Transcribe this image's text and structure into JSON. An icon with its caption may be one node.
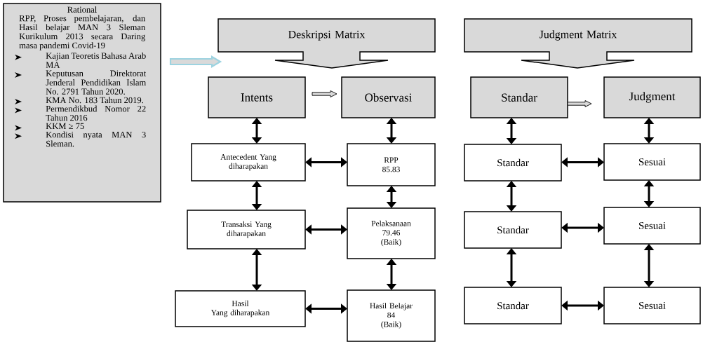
{
  "diagram": {
    "nodes": [
      {
        "text": [
          "Rational",
          "RPP, Proses pembelajaran, dan Hasil belajar MAN 3 Sleman Kurikulum 2013 secara Daring masa pandemi Covid-19",
          "Kajian Teoretis Bahasa Arab MA",
          "Keputusan Direktorat Jenderal Pendidikan Islam No. 2791 Tahun 2020.",
          "KMA No. 183 Tahun 2019.",
          "Permendikbud Nomor 22 Tahun 2016",
          "KKM ≥ 75",
          "Kondisi nyata MAN 3 Sleman."
        ]
      },
      {
        "text": [
          "Deskripsi Matrix"
        ]
      },
      {
        "text": [
          "Judgment Matrix"
        ]
      },
      {
        "text": [
          "Intents"
        ]
      },
      {
        "text": [
          "Observasi"
        ]
      },
      {
        "text": [
          "Standar"
        ]
      },
      {
        "text": [
          "Judgment"
        ]
      },
      {
        "text": [
          "Antecedent Yang diharapakan"
        ]
      },
      {
        "text": [
          "RPP",
          "85.83"
        ]
      },
      {
        "text": [
          "Standar"
        ]
      },
      {
        "text": [
          "Sesuai"
        ]
      },
      {
        "text": [
          "Transaksi Yang diharapakan"
        ]
      },
      {
        "text": [
          "Pelaksanaan",
          "79.46",
          "(Baik)"
        ]
      },
      {
        "text": [
          "Standar"
        ]
      },
      {
        "text": [
          "Sesuai"
        ]
      },
      {
        "text": [
          "Hasil",
          "Yang diharapakan"
        ]
      },
      {
        "text": [
          "Hasil Belajar",
          "84",
          "(Baik)"
        ]
      },
      {
        "text": [
          "Standar"
        ]
      },
      {
        "text": [
          "Sesuai"
        ]
      }
    ],
    "edges": [
      {
        "from": 0,
        "to": null,
        "arrow": "to",
        "color": "#9dd3e0"
      },
      {
        "from": 3,
        "to": 4,
        "arrow": "to"
      },
      {
        "from": 5,
        "to": 6,
        "arrow": "to"
      },
      {
        "from": 3,
        "to": 7,
        "arrow": "both"
      },
      {
        "from": 7,
        "to": 11,
        "arrow": "both"
      },
      {
        "from": 11,
        "to": 15,
        "arrow": "both"
      },
      {
        "from": 4,
        "to": 8,
        "arrow": "both"
      },
      {
        "from": 8,
        "to": 12,
        "arrow": "both"
      },
      {
        "from": 12,
        "to": 16,
        "arrow": "both"
      },
      {
        "from": 5,
        "to": 9,
        "arrow": "both"
      },
      {
        "from": 9,
        "to": 13,
        "arrow": "both"
      },
      {
        "from": 13,
        "to": 17,
        "arrow": "both"
      },
      {
        "from": 6,
        "to": 10,
        "arrow": "both"
      },
      {
        "from": 10,
        "to": 14,
        "arrow": "both"
      },
      {
        "from": 14,
        "to": 18,
        "arrow": "both"
      },
      {
        "from": 7,
        "to": 8,
        "arrow": "both"
      },
      {
        "from": 11,
        "to": 12,
        "arrow": "both"
      },
      {
        "from": 15,
        "to": 16,
        "arrow": "both"
      },
      {
        "from": 9,
        "to": 10,
        "arrow": "both"
      },
      {
        "from": 13,
        "to": 14,
        "arrow": "both"
      },
      {
        "from": 17,
        "to": 18,
        "arrow": "both"
      }
    ]
  }
}
